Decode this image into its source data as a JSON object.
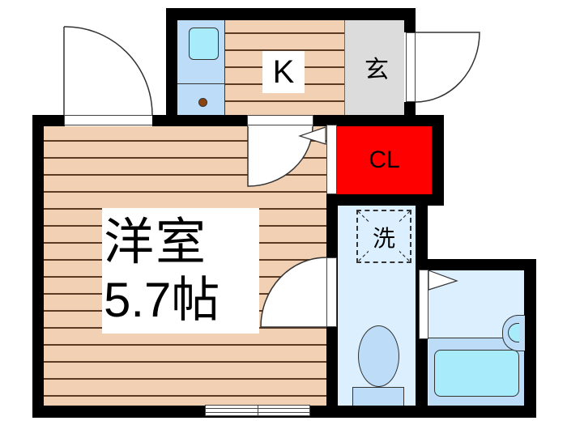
{
  "floorplan": {
    "rooms": {
      "western_room": {
        "label_line1": "洋室",
        "label_line2": "5.7帖",
        "size_jo": 5.7,
        "color": "#f2d0b4"
      },
      "kitchen": {
        "label": "K",
        "color": "#f2d0b4"
      },
      "entrance": {
        "label": "玄",
        "color": "#dcdcdc"
      },
      "closet": {
        "label": "CL",
        "color": "#ff0000"
      },
      "washroom": {
        "label": "洗",
        "color": "#dcefff"
      },
      "bathroom": {
        "label": "",
        "color": "#dcefff"
      }
    },
    "colors": {
      "wall": "#000000",
      "wood_floor": "#f2d0b4",
      "tile_floor": "#dcefff",
      "fixture": "#bcdcf7",
      "fixture_light": "#a8ecfb",
      "appliance_dot": "#8b4513"
    }
  }
}
